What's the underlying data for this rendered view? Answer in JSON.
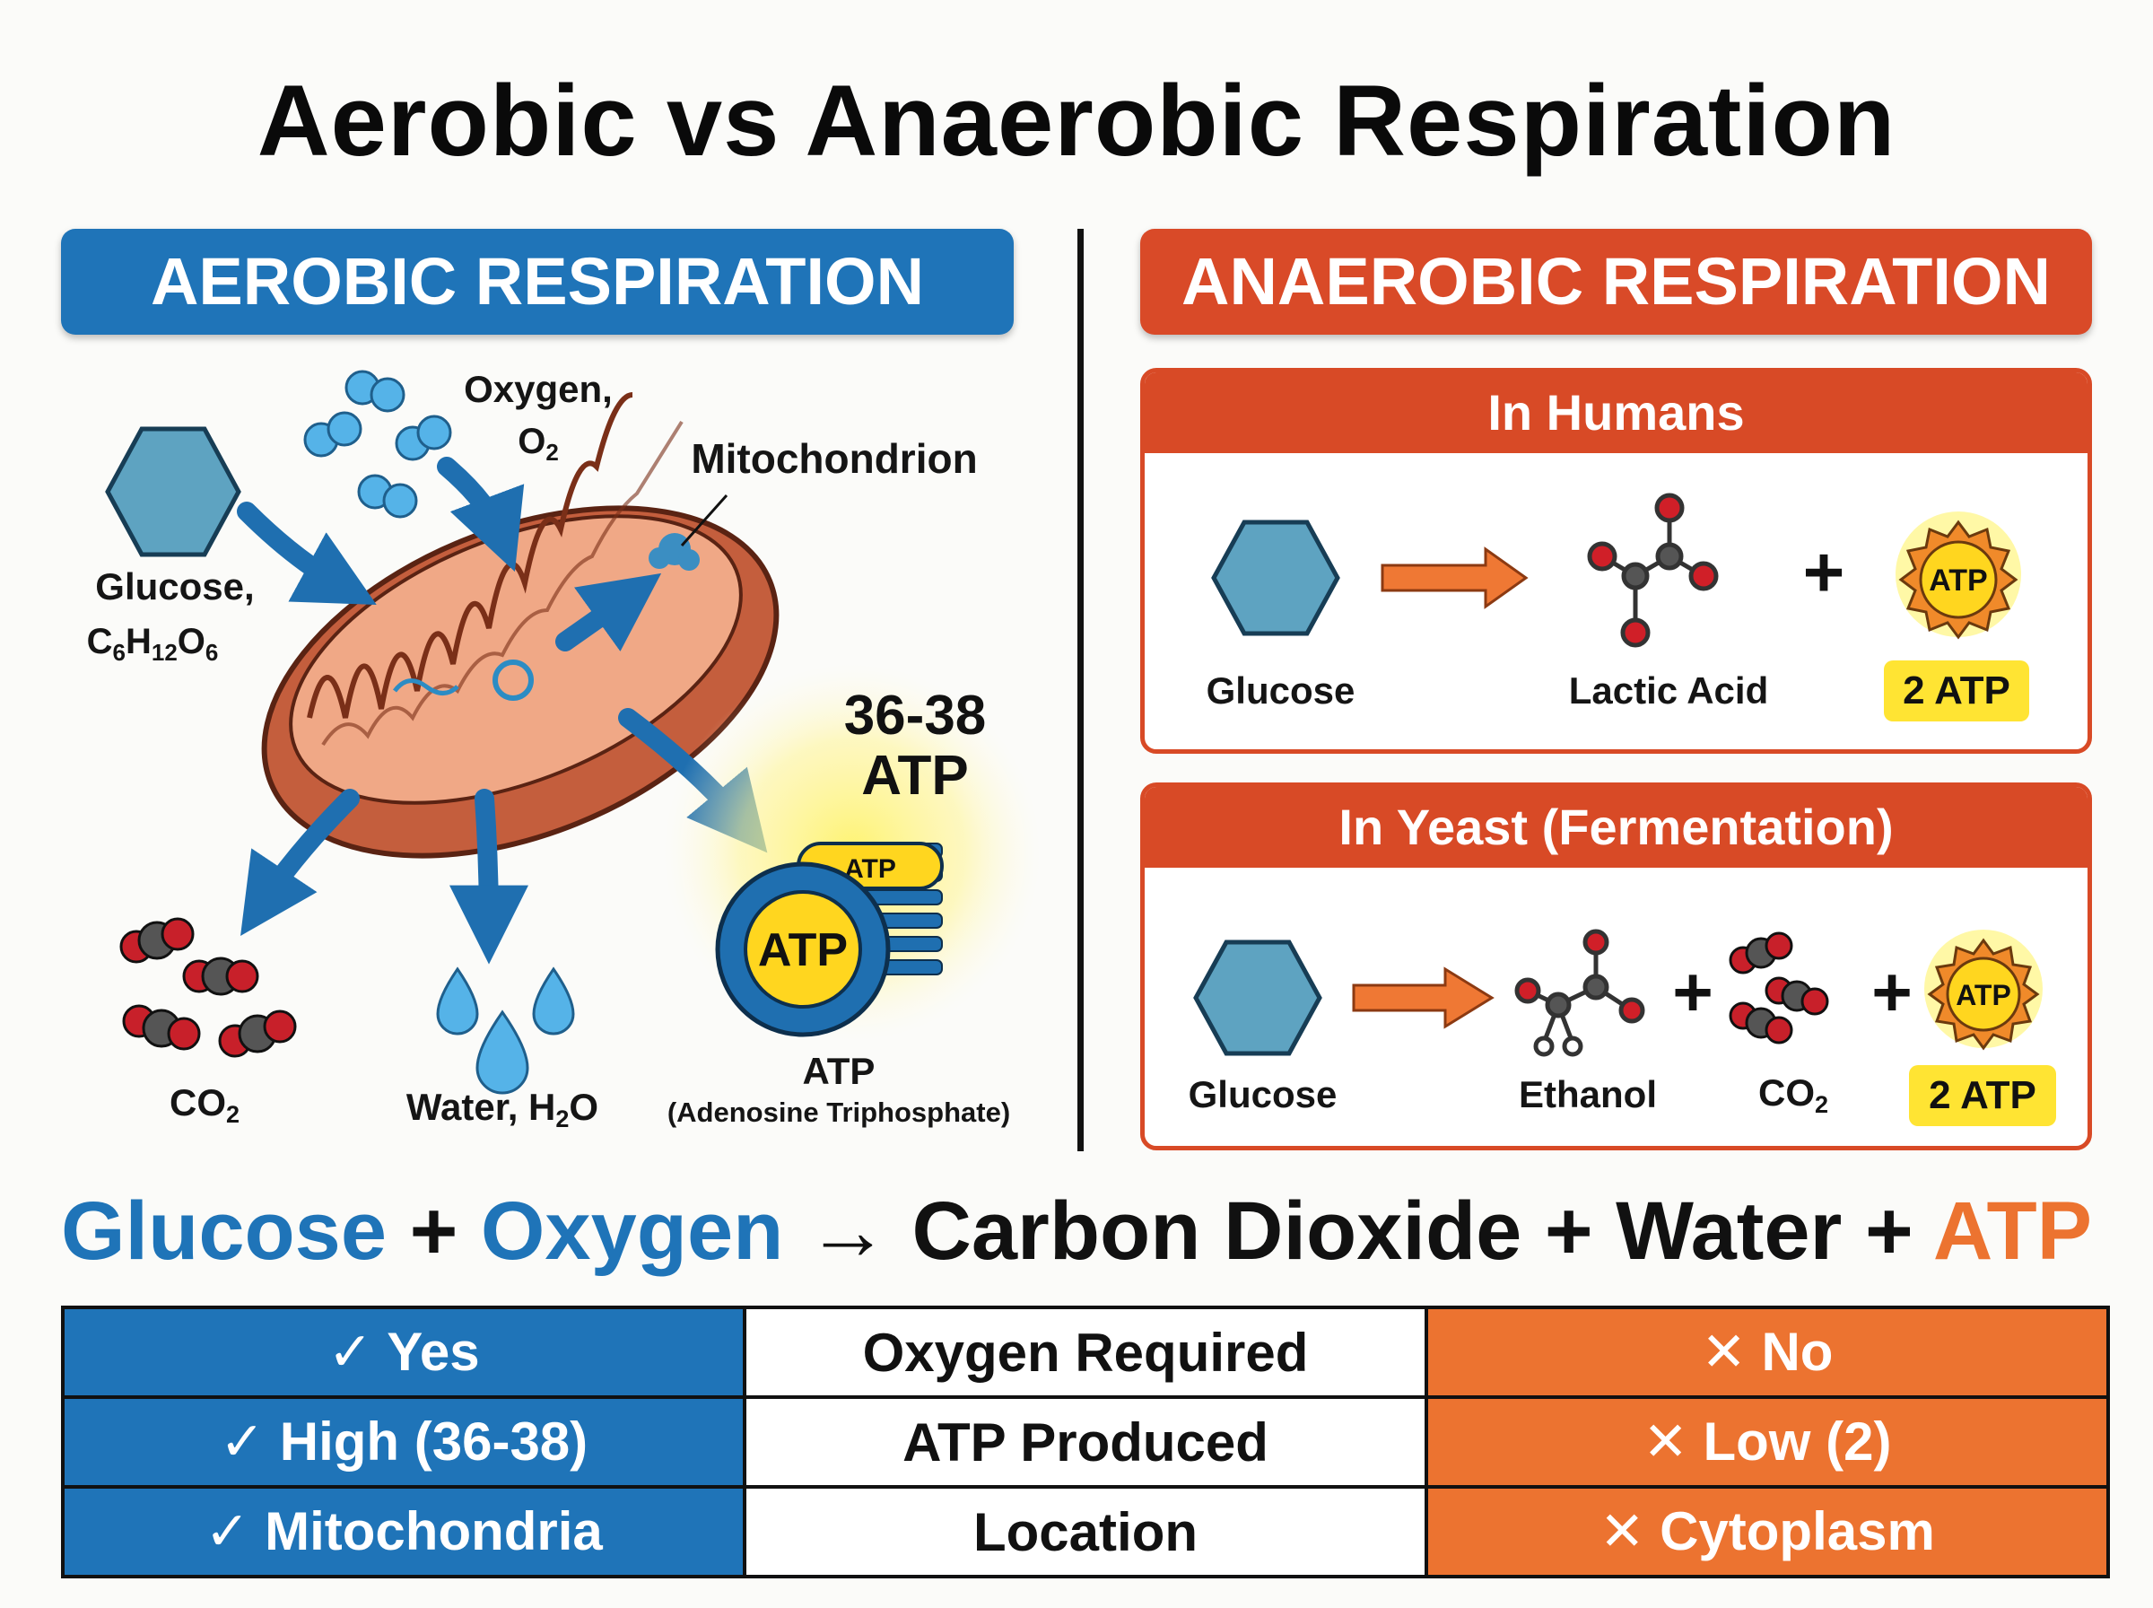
{
  "title": "Aerobic vs Anaerobic Respiration",
  "aerobic": {
    "banner": "AEROBIC RESPIRATION",
    "oxygen_label": "Oxygen,",
    "oxygen_formula": "O",
    "oxygen_sub": "2",
    "mitochondrion_label": "Mitochondrion",
    "glucose_label": "Glucose,",
    "glucose_formula": {
      "c": "C",
      "c_sub": "6",
      "h": "H",
      "h_sub": "12",
      "o": "O",
      "o_sub": "6"
    },
    "atp_count": "36-38",
    "atp_word": "ATP",
    "atp_badge": "ATP",
    "atp_badge_small": "ATP",
    "co2": {
      "main": "CO",
      "sub": "2"
    },
    "water": {
      "main": "Water, H",
      "sub": "2",
      "end": "O"
    },
    "atp_label": "ATP",
    "atp_full": "(Adenosine Triphosphate)"
  },
  "anaerobic": {
    "banner": "ANAEROBIC RESPIRATION",
    "humans": {
      "header": "In Humans",
      "glucose": "Glucose",
      "product": "Lactic Acid",
      "plus": "+",
      "atp_badge": "ATP",
      "atp_yield": "2 ATP"
    },
    "yeast": {
      "header": "In Yeast (Fermentation)",
      "glucose": "Glucose",
      "product": "Ethanol",
      "co2_main": "CO",
      "co2_sub": "2",
      "plus": "+",
      "atp_badge": "ATP",
      "atp_yield": "2 ATP"
    }
  },
  "equation": {
    "glucose": "Glucose",
    "plus1": "+",
    "oxygen": "Oxygen",
    "arrow": "→",
    "co2": "Carbon Dioxide",
    "plus2": "+",
    "water": "Water",
    "plus3": "+",
    "atp": "ATP"
  },
  "comparison": [
    {
      "aerobic": "✓ Yes",
      "criterion": "Oxygen Required",
      "anaerobic": "✕ No"
    },
    {
      "aerobic": "✓ High (36-38)",
      "criterion": "ATP Produced",
      "anaerobic": "✕ Low (2)"
    },
    {
      "aerobic": "✓ Mitochondria",
      "criterion": "Location",
      "anaerobic": "✕ Cytoplasm"
    }
  ],
  "colors": {
    "aerobic_blue": "#1f74b8",
    "anaerobic_red": "#d94a28",
    "anaerobic_orange": "#ec7330",
    "atp_yellow": "#ffe433",
    "glucose_teal": "#5ea3c1",
    "mito_orange": "#d9714f"
  }
}
